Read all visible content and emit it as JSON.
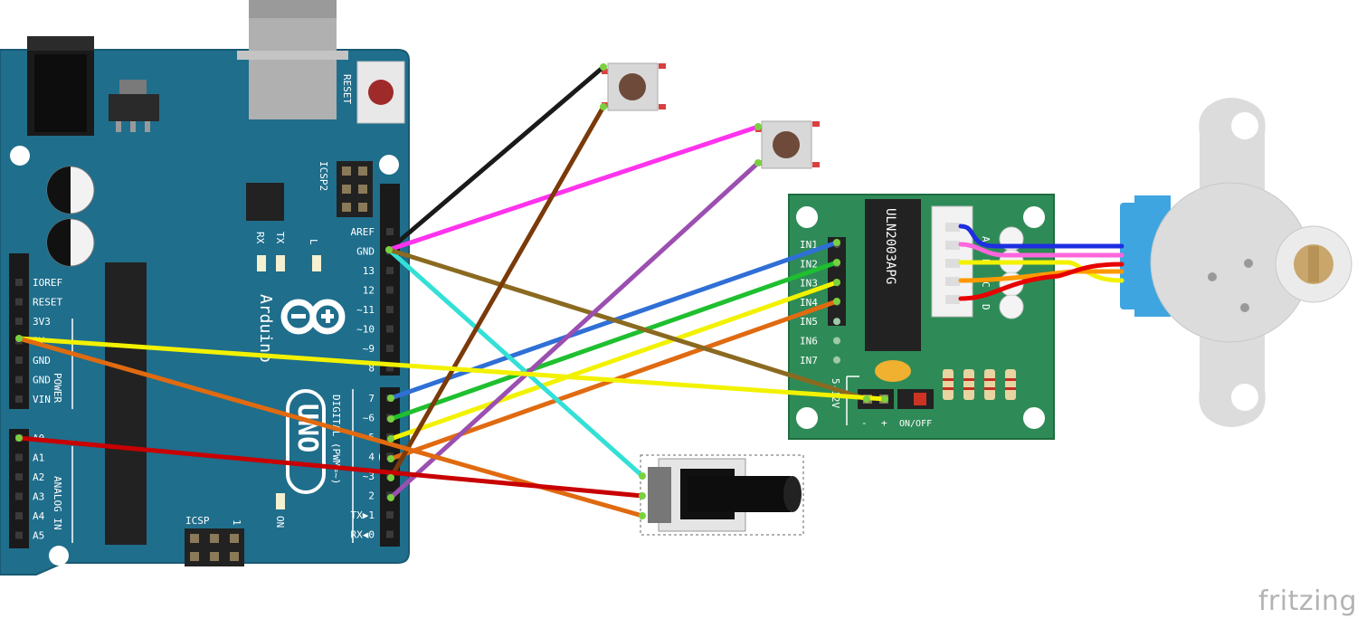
{
  "colors": {
    "board_arduino": "#1f6e8c",
    "board_driver": "#2e8b57",
    "header": "#222222",
    "wire_black": "#1a1a1a",
    "wire_brown": "#7a3a0a",
    "wire_magenta": "#ff33ee",
    "wire_purple": "#9b4fb0",
    "wire_cyan": "#33e0d6",
    "wire_olive": "#8a6a20",
    "wire_blue": "#2f6fd6",
    "wire_green": "#1fbf2f",
    "wire_yellow": "#f2f200",
    "wire_orange": "#e06a10",
    "wire_red": "#c80000"
  },
  "arduino": {
    "brand": "Arduino",
    "model": "UNO",
    "reset_label": "RESET",
    "icsp2_label": "ICSP2",
    "icsp_label": "ICSP",
    "icsp_pin1": "1",
    "tx_label": "TX",
    "rx_label": "RX",
    "l_label": "L",
    "on_label": "ON",
    "power_label": "POWER",
    "analog_label": "ANALOG IN",
    "digital_label": "DIGITAL (PWM=~)",
    "power_pins": [
      "IOREF",
      "RESET",
      "3V3",
      "5V",
      "GND",
      "GND",
      "VIN"
    ],
    "analog_pins": [
      "A0",
      "A1",
      "A2",
      "A3",
      "A4",
      "A5"
    ],
    "digital_top_pins": [
      "AREF",
      "GND",
      "13",
      "12",
      "~11",
      "~10",
      "~9",
      "8"
    ],
    "digital_bottom_pins": [
      "7",
      "~6",
      "~5",
      "4",
      "~3",
      "2",
      "TX▶1",
      "RX◀0"
    ]
  },
  "driver": {
    "chip_label": "ULN2003APG",
    "inputs": [
      "IN1",
      "IN2",
      "IN3",
      "IN4",
      "IN5",
      "IN6",
      "IN7"
    ],
    "led_labels": [
      "A",
      "B",
      "C",
      "D"
    ],
    "voltage_label": "5-12V",
    "minus_label": "-",
    "plus_label": "+",
    "switch_label": "ON/OFF"
  },
  "watermark": "fritzing"
}
